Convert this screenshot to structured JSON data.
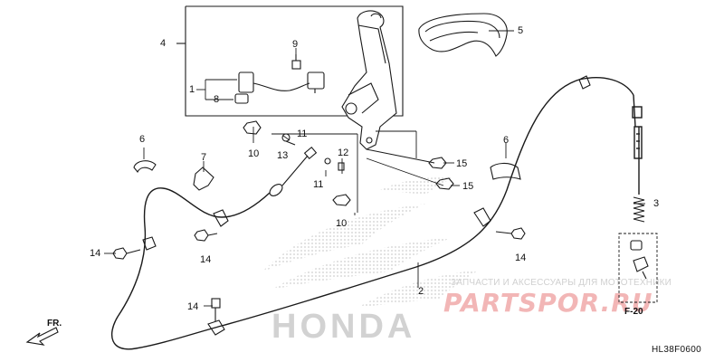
{
  "diagram": {
    "code": "HL38F0600",
    "front_marker": "FR.",
    "reference": "F-20",
    "part_labels": [
      {
        "id": "c1",
        "text": "1"
      },
      {
        "id": "c2",
        "text": "2"
      },
      {
        "id": "c3",
        "text": "3"
      },
      {
        "id": "c4",
        "text": "4"
      },
      {
        "id": "c5",
        "text": "5"
      },
      {
        "id": "c6a",
        "text": "6"
      },
      {
        "id": "c6b",
        "text": "6"
      },
      {
        "id": "c7",
        "text": "7"
      },
      {
        "id": "c8",
        "text": "8"
      },
      {
        "id": "c9",
        "text": "9"
      },
      {
        "id": "c10a",
        "text": "10"
      },
      {
        "id": "c10b",
        "text": "10"
      },
      {
        "id": "c11a",
        "text": "11"
      },
      {
        "id": "c11b",
        "text": "11"
      },
      {
        "id": "c12",
        "text": "12"
      },
      {
        "id": "c13",
        "text": "13"
      },
      {
        "id": "c14a",
        "text": "14"
      },
      {
        "id": "c14b",
        "text": "14"
      },
      {
        "id": "c14c",
        "text": "14"
      },
      {
        "id": "c14d",
        "text": "14"
      },
      {
        "id": "c15a",
        "text": "15"
      },
      {
        "id": "c15b",
        "text": "15"
      }
    ]
  },
  "watermark": {
    "brand": "HONDA",
    "site_caption": "ЗАПЧАСТИ И АКСЕССУАРЫ ДЛЯ МОТОТЕХНИКИ",
    "site_logo": "PARTSPOR.RU"
  },
  "colors": {
    "line": "#1a1a1a",
    "watermark_gray": "#cfcfcf",
    "watermark_red": "#f2b6b6"
  }
}
